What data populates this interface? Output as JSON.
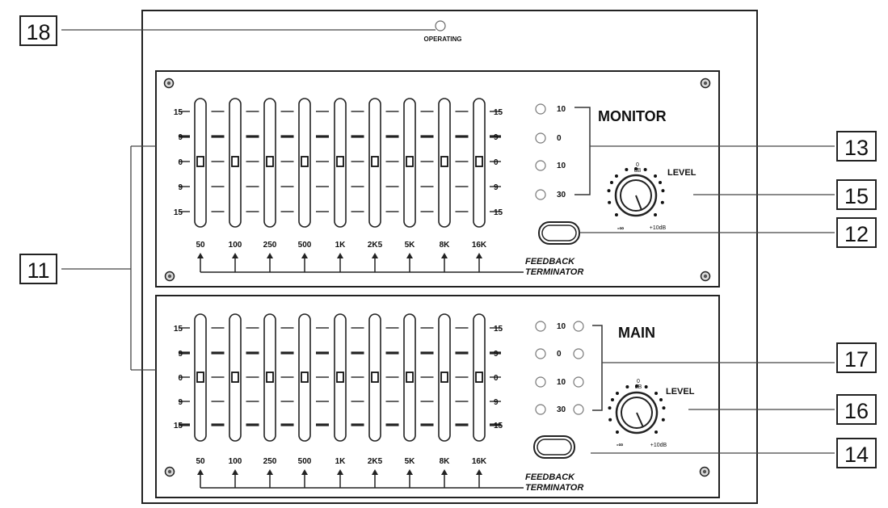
{
  "callouts": {
    "c11": "11",
    "c12": "12",
    "c13": "13",
    "c14": "14",
    "c15": "15",
    "c16": "16",
    "c17": "17",
    "c18": "18"
  },
  "operating_label": "OPERATING",
  "scale_labels": [
    "15",
    "9",
    "0",
    "9",
    "15"
  ],
  "frequencies": [
    "50",
    "100",
    "250",
    "500",
    "1K",
    "2K5",
    "5K",
    "8K",
    "16K"
  ],
  "monitor": {
    "title": "MONITOR",
    "led_labels": [
      "10",
      "0",
      "10",
      "30"
    ],
    "level_label": "LEVEL",
    "knob_top": "0",
    "knob_top_unit": "dB",
    "knob_min": "-∞",
    "knob_max": "+10dB",
    "feedback_line1": "FEEDBACK",
    "feedback_line2": "TERMINATOR"
  },
  "main": {
    "title": "MAIN",
    "led_labels": [
      "10",
      "0",
      "10",
      "30"
    ],
    "level_label": "LEVEL",
    "knob_top": "0",
    "knob_top_unit": "dB",
    "knob_min": "-∞",
    "knob_max": "+10dB",
    "feedback_line1": "FEEDBACK",
    "feedback_line2": "TERMINATOR"
  }
}
